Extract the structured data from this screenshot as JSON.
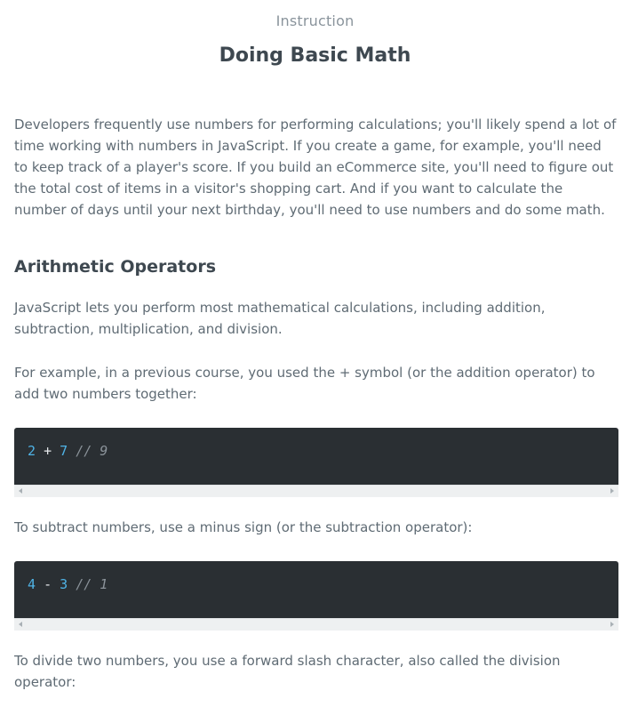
{
  "header": {
    "eyebrow": "Instruction",
    "title": "Doing Basic Math"
  },
  "intro": "Developers frequently use numbers for performing calculations; you'll likely spend a lot of time working with numbers in JavaScript. If you create a game, for example, you'll need to keep track of a player's score. If you build an eCommerce site, you'll need to figure out the total cost of items in a visitor's shopping cart. And if you want to calculate the number of days until your next birthday, you'll need to use numbers and do some math.",
  "section": {
    "heading": "Arithmetic Operators",
    "p1": "JavaScript lets you perform most mathematical calculations, including addition, subtraction, multiplication, and division.",
    "p2": "For example, in a previous course, you used the + symbol (or the addition operator) to add two numbers together:",
    "code1": {
      "a": "2",
      "op": "+",
      "b": "7",
      "comment": "// 9"
    },
    "p3": "To subtract numbers, use a minus sign (or the subtraction operator):",
    "code2": {
      "a": "4",
      "op": "-",
      "b": "3",
      "comment": "// 1"
    },
    "p4": "To divide two numbers, you use a forward slash character, also called the division operator:"
  },
  "icons": {
    "scroll_left": "chevron-left-icon",
    "scroll_right": "chevron-right-icon"
  },
  "colors": {
    "code_bg": "#2a2f33",
    "number": "#4fb3e6",
    "comment": "#8b939a",
    "text": "#5f6b74",
    "heading": "#3e4850"
  }
}
